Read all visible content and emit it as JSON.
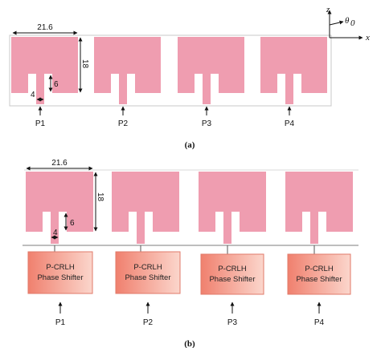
{
  "figure_a": {
    "caption": "(a)",
    "dim_width": "21.6",
    "dim_height": "18",
    "dim_slot_depth": "6",
    "dim_feed_width": "4",
    "ports": [
      "P1",
      "P2",
      "P3",
      "P4"
    ]
  },
  "figure_b": {
    "caption": "(b)",
    "dim_width": "21.6",
    "dim_height": "18",
    "dim_slot_depth": "6",
    "dim_feed_width": "4",
    "shifter_line1": "P-CRLH",
    "shifter_line2": "Phase Shifter",
    "ports": [
      "P1",
      "P2",
      "P3",
      "P4"
    ]
  },
  "axes": {
    "z": "z",
    "x": "x",
    "theta": "θ",
    "theta_sub": "0"
  },
  "colors": {
    "patch": "#ef9db0",
    "shifter_gradient_start": "#f0806e",
    "shifter_gradient_end": "#fbd6cc",
    "substrate_line": "#c8c8c8"
  }
}
